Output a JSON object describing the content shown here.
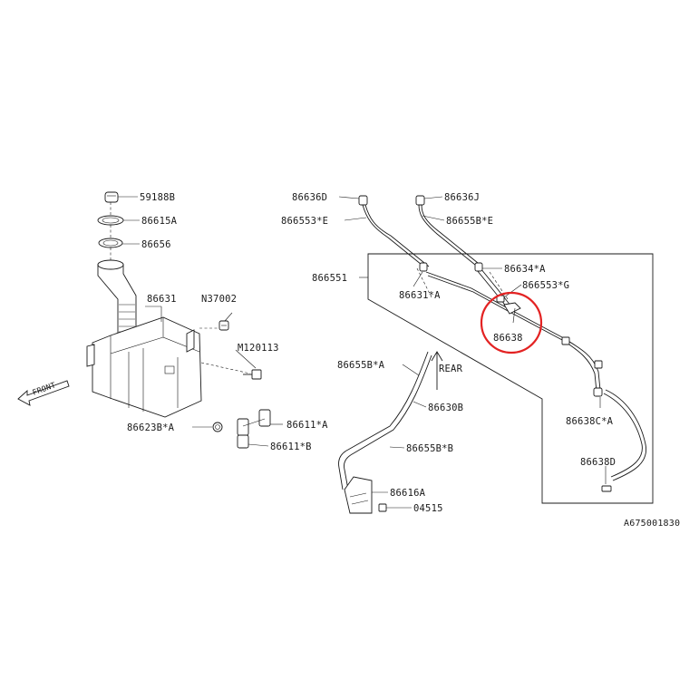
{
  "callouts": [
    {
      "id": "p59188b",
      "text": "59188B"
    },
    {
      "id": "p86615a",
      "text": "86615A"
    },
    {
      "id": "p86656",
      "text": "86656"
    },
    {
      "id": "p86631",
      "text": "86631"
    },
    {
      "id": "pn37002",
      "text": "N37002"
    },
    {
      "id": "pm120113",
      "text": "M120113"
    },
    {
      "id": "p86623ba",
      "text": "86623B*A"
    },
    {
      "id": "p86611a",
      "text": "86611*A"
    },
    {
      "id": "p86611b",
      "text": "86611*B"
    },
    {
      "id": "p86636d",
      "text": "86636D"
    },
    {
      "id": "p86636j",
      "text": "86636J"
    },
    {
      "id": "p866553e",
      "text": "866553*E"
    },
    {
      "id": "p86655be",
      "text": "86655B*E"
    },
    {
      "id": "p866551",
      "text": "866551"
    },
    {
      "id": "p86634a",
      "text": "86634*A"
    },
    {
      "id": "p86631a",
      "text": "86631*A"
    },
    {
      "id": "p866553g",
      "text": "866553*G"
    },
    {
      "id": "p86638",
      "text": "86638"
    },
    {
      "id": "p86655ba",
      "text": "86655B*A"
    },
    {
      "id": "p86630b",
      "text": "86630B"
    },
    {
      "id": "p86655bb",
      "text": "86655B*B"
    },
    {
      "id": "p86638ca",
      "text": "86638C*A"
    },
    {
      "id": "p86638d",
      "text": "86638D"
    },
    {
      "id": "p86616a",
      "text": "86616A"
    },
    {
      "id": "p04515",
      "text": "04515"
    }
  ],
  "direction_labels": {
    "front": "FRONT",
    "rear": "REAR"
  },
  "diagram_code": "A675001830",
  "highlight": {
    "part": "86638",
    "color": "#e32222"
  }
}
